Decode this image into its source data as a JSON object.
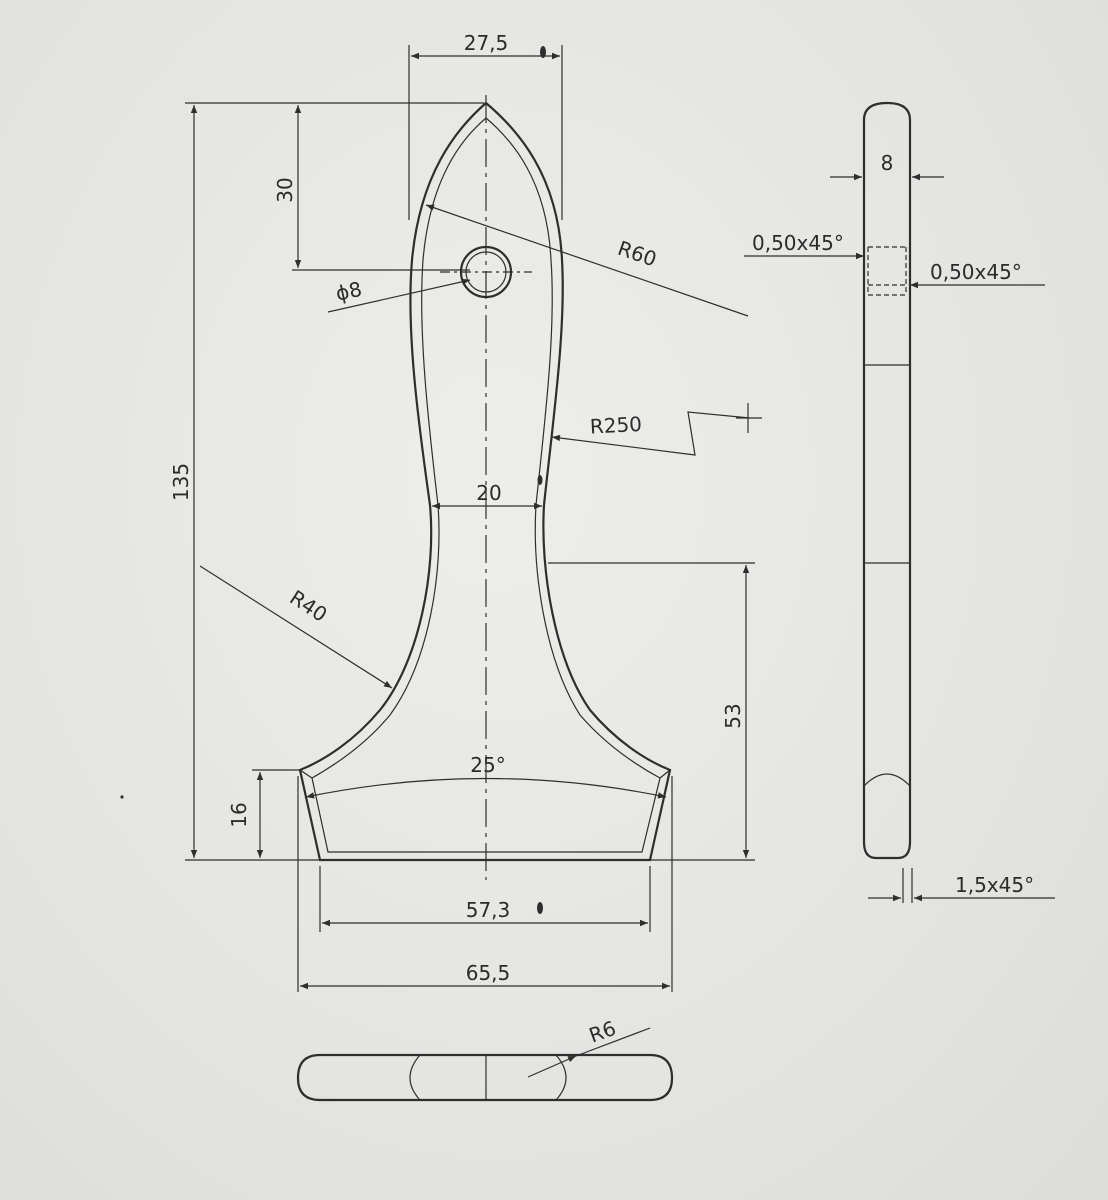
{
  "drawing": {
    "dimensions": {
      "top_width": "27,5",
      "tip_to_hole": "30",
      "hole_diameter": "ϕ8",
      "tip_radius": "R60",
      "shank_radius": "R250",
      "neck_width": "20",
      "overall_height": "135",
      "flare_radius": "R40",
      "lower_height": "53",
      "bevel_angle": "25°",
      "edge_height": "16",
      "inner_width": "57,3",
      "outer_width": "65,5",
      "side_thickness": "8",
      "chamfer_left": "0,50x45°",
      "chamfer_right": "0,50x45°",
      "bottom_chamfer": "1,5x45°",
      "end_radius": "R6"
    }
  },
  "colors": {
    "paper": "#e6e6e3",
    "ink": "#2e2e2e"
  }
}
